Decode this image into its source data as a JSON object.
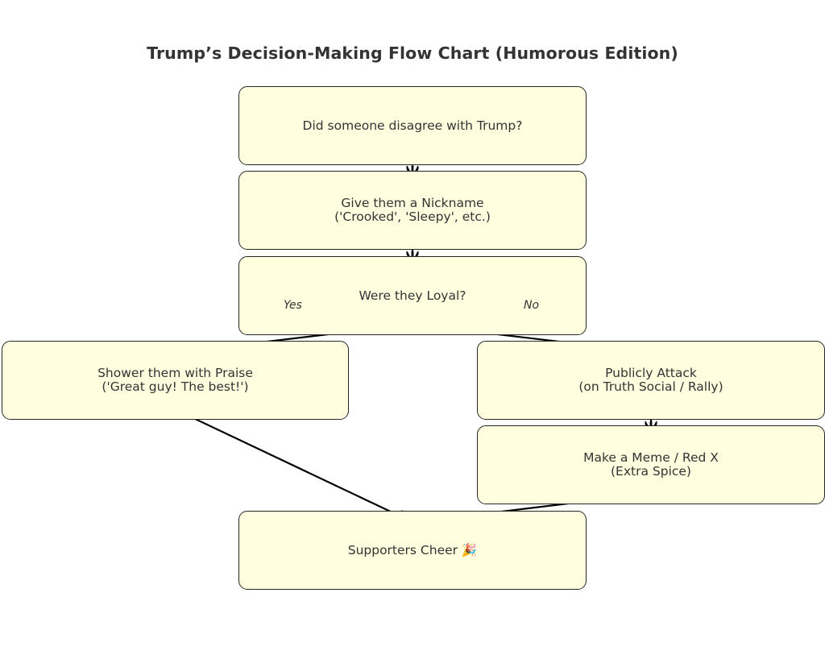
{
  "title": "Trump’s Decision-Making Flow Chart (Humorous Edition)",
  "nodes": {
    "disagree": {
      "lines": [
        "Did someone disagree with Trump?"
      ]
    },
    "nickname": {
      "lines": [
        "Give them a Nickname",
        "('Crooked', 'Sleepy', etc.)"
      ]
    },
    "loyal": {
      "lines": [
        "Were they Loyal?"
      ]
    },
    "praise": {
      "lines": [
        "Shower them with Praise",
        "('Great guy! The best!')"
      ]
    },
    "attack": {
      "lines": [
        "Publicly Attack",
        "(on Truth Social / Rally)"
      ]
    },
    "meme": {
      "lines": [
        "Make a Meme / Red X",
        "(Extra Spice)"
      ]
    },
    "cheer": {
      "lines": [
        "Supporters Cheer 🎉"
      ]
    }
  },
  "edge_labels": {
    "yes": "Yes",
    "no": "No"
  },
  "edges": [
    {
      "from": "disagree",
      "to": "nickname"
    },
    {
      "from": "nickname",
      "to": "loyal"
    },
    {
      "from": "loyal",
      "to": "praise",
      "label": "Yes"
    },
    {
      "from": "loyal",
      "to": "attack",
      "label": "No"
    },
    {
      "from": "attack",
      "to": "meme"
    },
    {
      "from": "praise",
      "to": "cheer"
    },
    {
      "from": "meme",
      "to": "cheer"
    }
  ],
  "colors": {
    "node_fill": "#ffffe0",
    "node_border": "#262626",
    "edge": "#000000",
    "text": "#333333"
  }
}
